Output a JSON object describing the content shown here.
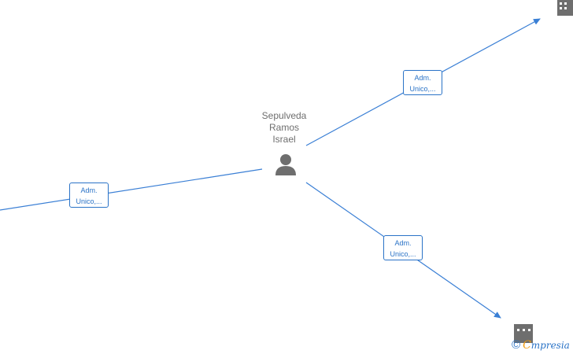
{
  "person": {
    "name_lines": [
      "Sepulveda",
      "Ramos",
      "Israel"
    ],
    "icon": "person-icon"
  },
  "relations": [
    {
      "id": "left",
      "role_lines": [
        "Adm.",
        "Unico,..."
      ],
      "target_icon": "none"
    },
    {
      "id": "top-right",
      "role_lines": [
        "Adm.",
        "Unico,..."
      ],
      "target_icon": "building-icon"
    },
    {
      "id": "bottom-right",
      "role_lines": [
        "Adm.",
        "Unico,..."
      ],
      "target_icon": "building-icon"
    }
  ],
  "footer": {
    "copyright_symbol": "©",
    "brand_initial": "C",
    "brand_rest": "mpresia"
  },
  "colors": {
    "line": "#3a7fd5",
    "label_border": "#2a73c7",
    "label_text": "#2a73c7",
    "icon_gray": "#6e6e6e",
    "brand_accent": "#f39c12"
  }
}
